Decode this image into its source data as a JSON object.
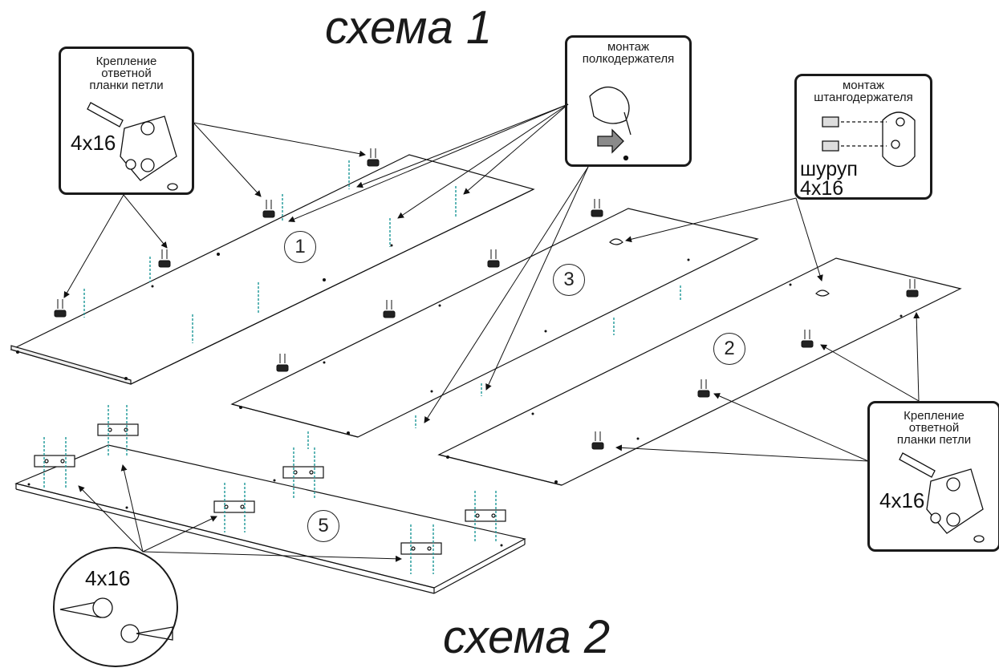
{
  "titles": {
    "top": "схема 1",
    "bottom": "схема 2"
  },
  "callouts": {
    "hinge_left": {
      "caption": "Крепление\nответной\nпланки петли",
      "screw": "4x16"
    },
    "hinge_right": {
      "caption": "Крепление\nответной\nпланки петли",
      "screw": "4x16"
    },
    "shelf_support": {
      "caption": "монтаж\nполкодержателя"
    },
    "rod_holder": {
      "caption": "монтаж\nштангодержателя",
      "screw": "шуруп\n4x16"
    },
    "screw_circle": {
      "screw": "4x16"
    }
  },
  "panels": {
    "p1": "1",
    "p2": "2",
    "p3": "3",
    "p5": "5"
  },
  "colors": {
    "ink": "#1a1a1a",
    "dowel": "#2a9d9d",
    "arrow_fill": "#8a8a8a"
  }
}
